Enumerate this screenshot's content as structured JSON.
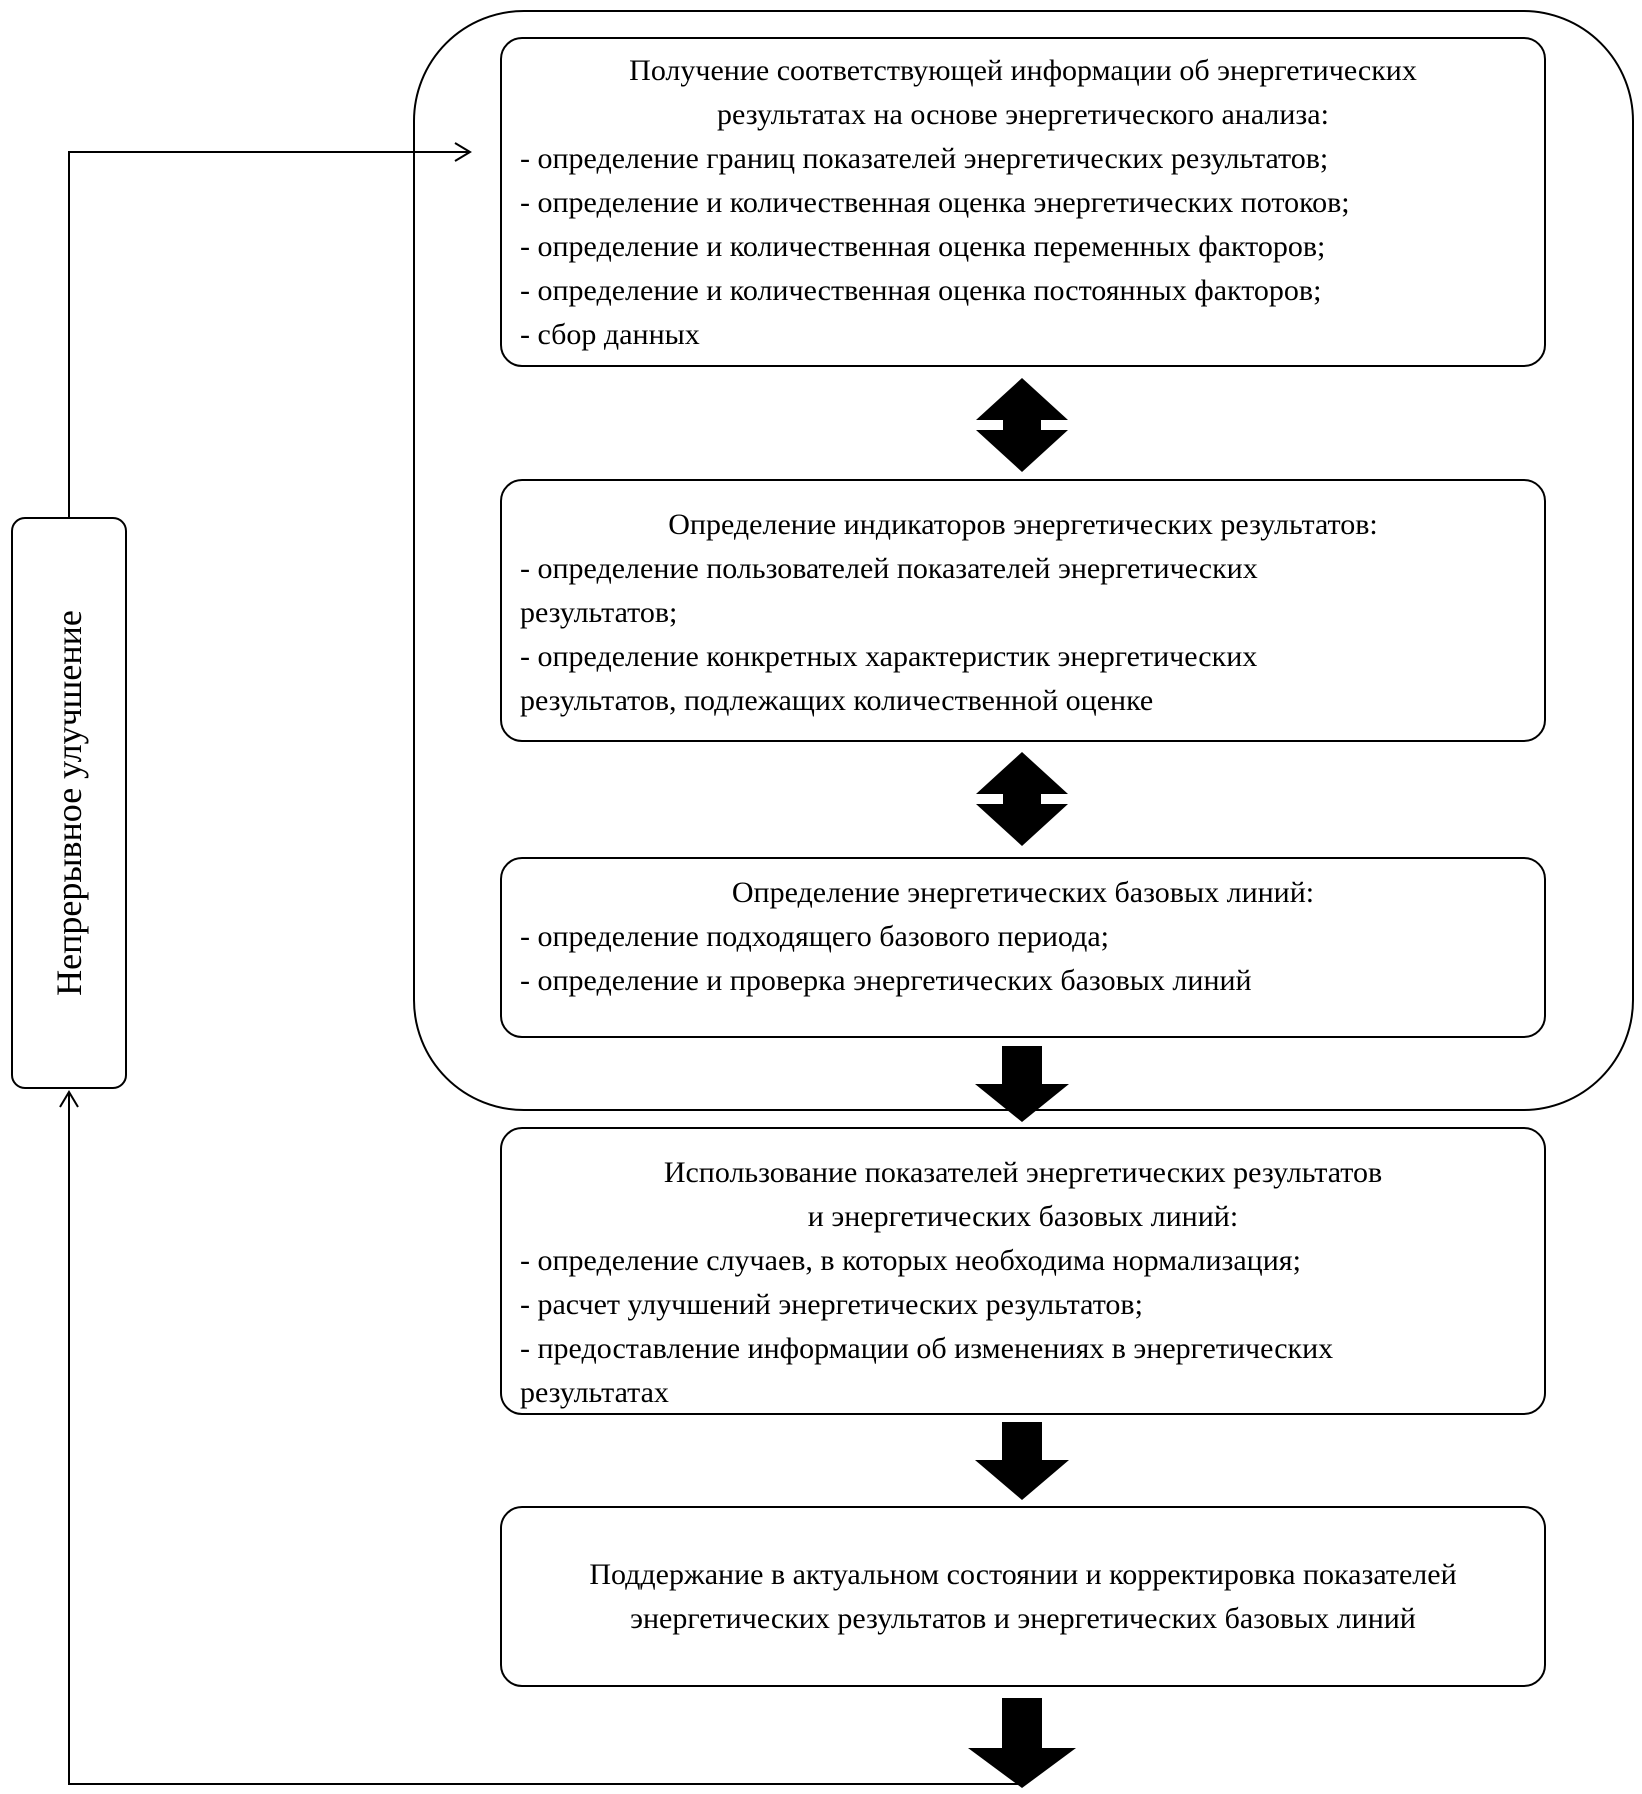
{
  "side_label": "Непрерывное улучшение",
  "box1": {
    "title": [
      "Получение соответствующей информации об энергетических",
      "результатах на основе энергетического анализа:"
    ],
    "items": [
      "- определение границ показателей энергетических результатов;",
      "- определение и количественная оценка энергетических потоков;",
      "- определение и количественная оценка переменных факторов;",
      "- определение и количественная оценка постоянных факторов;",
      "- сбор данных"
    ]
  },
  "box2": {
    "title": [
      "Определение индикаторов энергетических результатов:"
    ],
    "items": [
      "- определение пользователей показателей энергетических",
      "результатов;",
      "- определение конкретных характеристик энергетических",
      "результатов, подлежащих количественной оценке"
    ]
  },
  "box3": {
    "title": [
      "Определение энергетических базовых линий:"
    ],
    "items": [
      "- определение подходящего базового периода;",
      "- определение и проверка энергетических базовых линий"
    ]
  },
  "box4": {
    "title": [
      "Использование показателей энергетических результатов",
      "и энергетических базовых линий:"
    ],
    "items": [
      "- определение случаев, в которых необходима нормализация;",
      "- расчет улучшений энергетических результатов;",
      "- предоставление информации об изменениях в энергетических",
      "результатах"
    ]
  },
  "box5": {
    "text": [
      "Поддержание в актуальном состоянии и корректировка показателей",
      "энергетических результатов и энергетических базовых линий"
    ]
  }
}
